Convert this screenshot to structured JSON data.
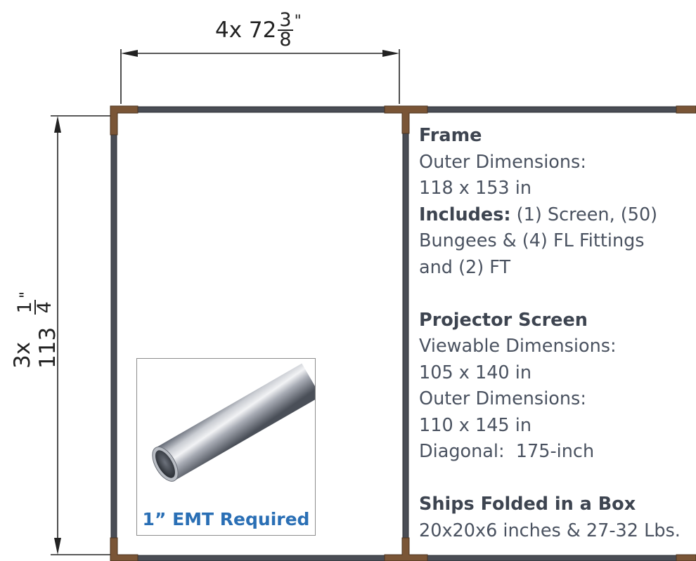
{
  "dimensions": {
    "width": {
      "prefix": "4x 72",
      "numerator": "3",
      "denominator": "8",
      "unit": "\""
    },
    "height": {
      "prefix": "3x 113",
      "numerator": "1",
      "denominator": "4",
      "unit": "\""
    }
  },
  "specs": {
    "frame_heading": "Frame",
    "frame_outer_label": "Outer Dimensions:",
    "frame_outer_value": "118 x 153 in",
    "includes_label": "Includes:",
    "includes_line1": " (1) Screen, (50)",
    "includes_line2": "Bungees & (4) FL Fittings",
    "includes_line3": "and (2) FT",
    "screen_heading": "Projector Screen",
    "viewable_label": "Viewable Dimensions:",
    "viewable_value": "105 x 140 in",
    "screen_outer_label": "Outer Dimensions:",
    "screen_outer_value": "110 x 145 in",
    "diagonal": "Diagonal:  175-inch",
    "ships_heading": "Ships Folded in a Box",
    "ships_value": "20x20x6 inches & 27-32 Lbs."
  },
  "emt": {
    "label": "1” EMT Required"
  },
  "colors": {
    "pipe": "#4a4d55",
    "fitting": "#7a5536",
    "emt_label": "#2a6fb5",
    "spec_text": "#4a5260"
  }
}
